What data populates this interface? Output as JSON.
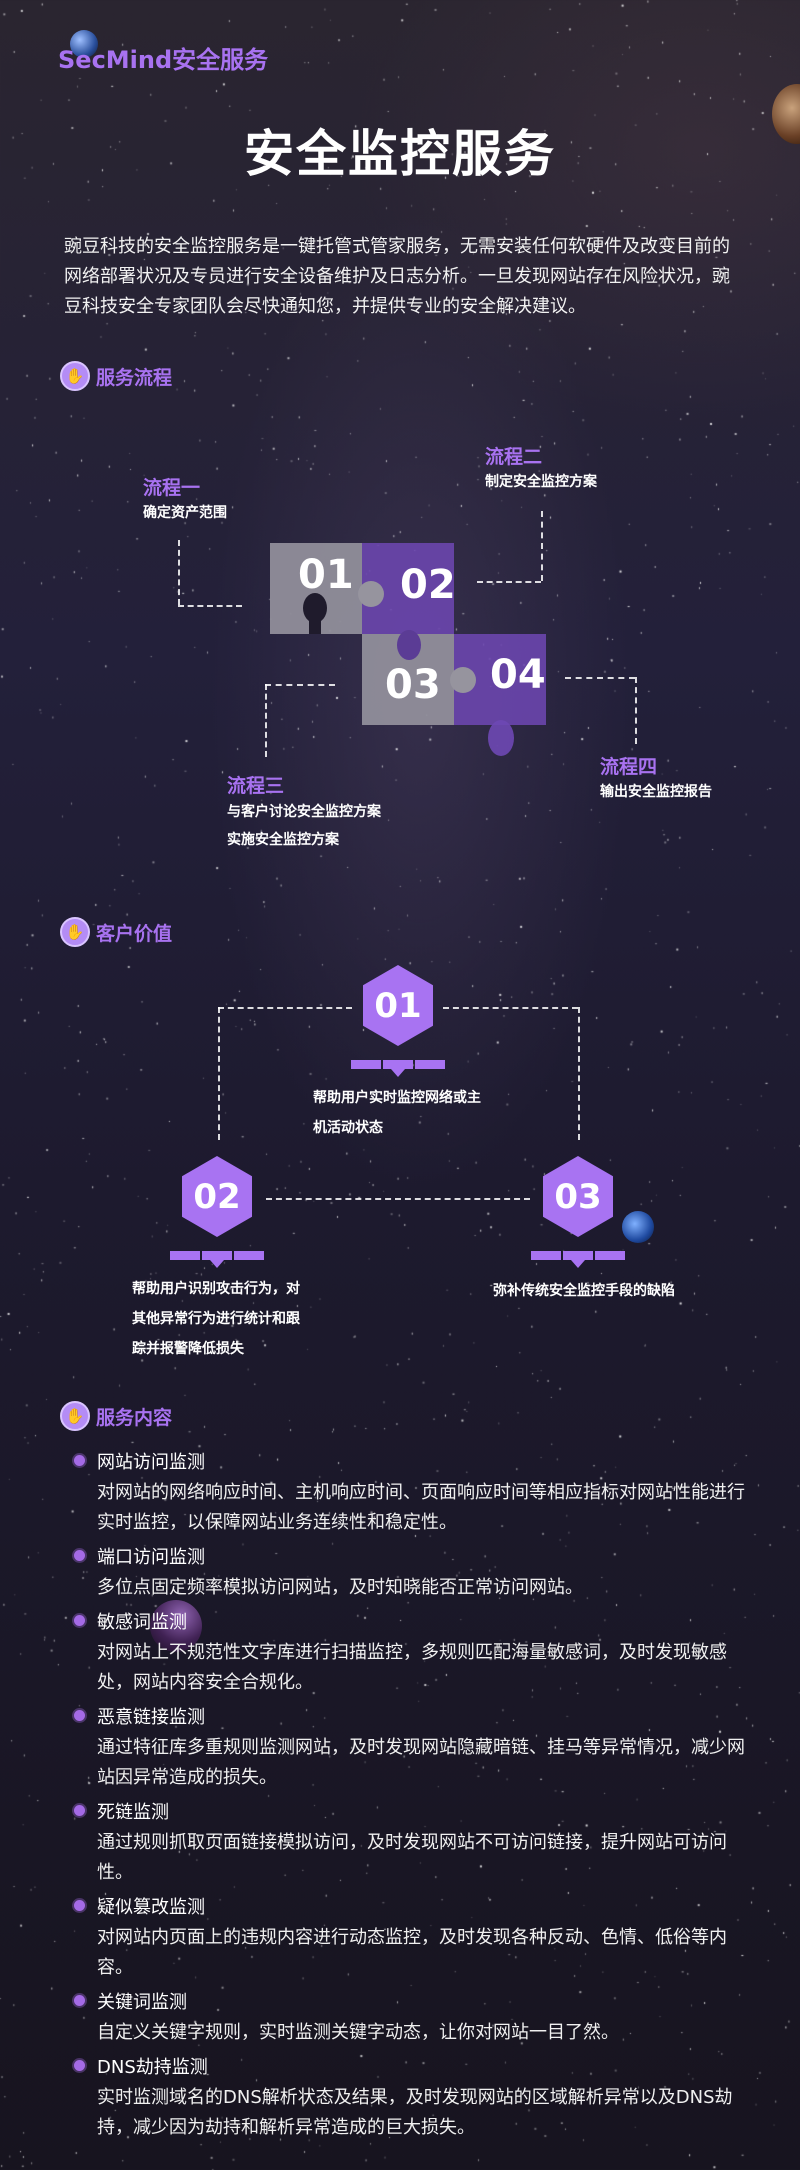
{
  "header": {
    "logo_text": "SecMind安全服务",
    "page_title": "安全监控服务"
  },
  "intro": "豌豆科技的安全监控服务是一键托管式管家服务，无需安装任何软硬件及改变目前的网络部署状况及专员进行安全设备维护及日志分析。一旦发现网站存在风险状况，豌豆科技安全专家团队会尽快通知您，并提供专业的安全解决建议。",
  "sections": {
    "process": "服务流程",
    "value": "客户价值",
    "content": "服务内容"
  },
  "process": {
    "pieces": [
      "01",
      "02",
      "03",
      "04"
    ],
    "steps": [
      {
        "label": "流程一",
        "lines": [
          "确定资产范围"
        ]
      },
      {
        "label": "流程二",
        "lines": [
          "制定安全监控方案"
        ]
      },
      {
        "label": "流程三",
        "lines": [
          "与客户讨论安全监控方案",
          "实施安全监控方案"
        ]
      },
      {
        "label": "流程四",
        "lines": [
          "输出安全监控报告"
        ]
      }
    ]
  },
  "value": {
    "items": [
      {
        "num": "01",
        "lines": [
          "帮助用户实时监控网络或主",
          "机活动状态"
        ]
      },
      {
        "num": "02",
        "lines": [
          "帮助用户识别攻击行为，对",
          "其他异常行为进行统计和跟",
          "踪并报警降低损失"
        ]
      },
      {
        "num": "03",
        "lines": [
          "弥补传统安全监控手段的缺陷"
        ]
      }
    ]
  },
  "services": [
    {
      "title": "网站访问监测",
      "desc": "对网站的网络响应时间、主机响应时间、页面响应时间等相应指标对网站性能进行实时监控，以保障网站业务连续性和稳定性。"
    },
    {
      "title": "端口访问监测",
      "desc": "多位点固定频率模拟访问网站，及时知晓能否正常访问网站。"
    },
    {
      "title": "敏感词监测",
      "desc": "对网站上不规范性文字库进行扫描监控，多规则匹配海量敏感词，及时发现敏感处，网站内容安全合规化。"
    },
    {
      "title": "恶意链接监测",
      "desc": "通过特征库多重规则监测网站，及时发现网站隐藏暗链、挂马等异常情况，减少网站因异常造成的损失。"
    },
    {
      "title": "死链监测",
      "desc": "通过规则抓取页面链接模拟访问，及时发现网站不可访问链接，提升网站可访问性。"
    },
    {
      "title": "疑似篡改监测",
      "desc": "对网站内页面上的违规内容进行动态监控，及时发现各种反动、色情、低俗等内容。"
    },
    {
      "title": "关键词监测",
      "desc": "自定义关键字规则，实时监测关键字动态，让你对网站一目了然。"
    },
    {
      "title": "DNS劫持监测",
      "desc": "实时监测域名的DNS解析状态及结果，及时发现网站的区域解析异常以及DNS劫持，减少因为劫持和解析异常造成的巨大损失。"
    }
  ],
  "colors": {
    "accent": "#a872f0",
    "hexagon": "#a873f2",
    "puzzle_purple": "#6e48b4",
    "puzzle_grey": "#96949e"
  }
}
